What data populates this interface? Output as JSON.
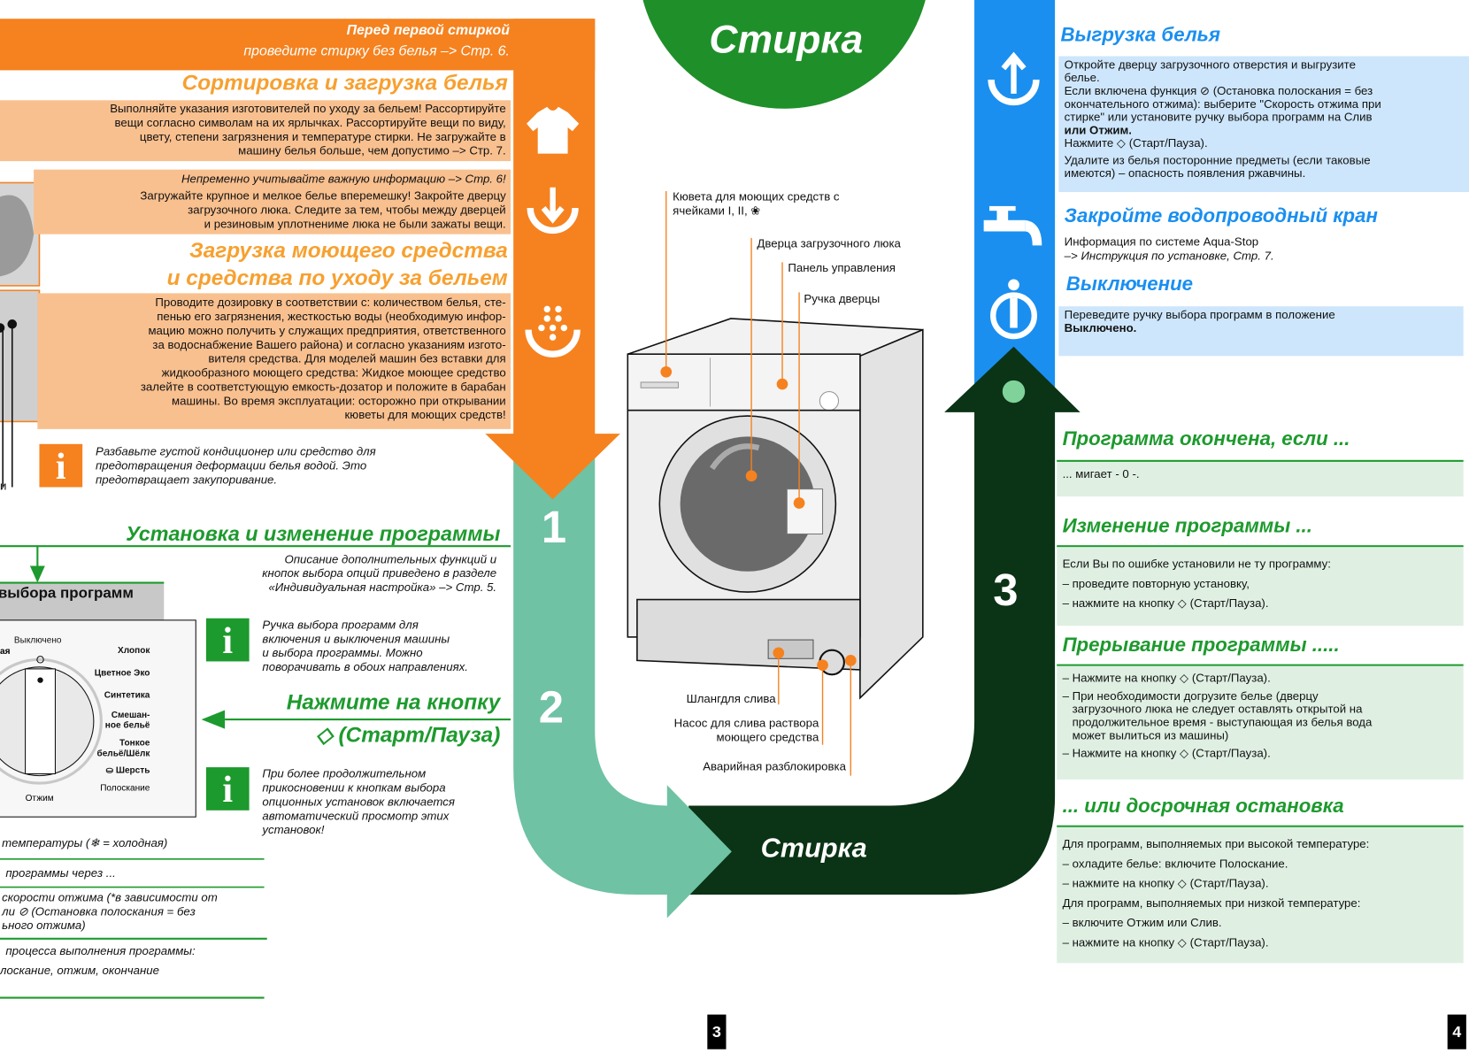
{
  "colors": {
    "orange": "#f5821f",
    "peach": "#f9c08f",
    "teal": "#6fc2a4",
    "dark_green": "#0b3315",
    "green": "#1d9a2d",
    "blue": "#1a8ff0",
    "light_blue": "#cde6fb",
    "light_green": "#dff0e3"
  },
  "top_title": "Стирка",
  "bottom_band_title": "Стирка",
  "step_numbers": [
    "1",
    "2",
    "3"
  ],
  "page_numbers": [
    "3",
    "4"
  ],
  "left": {
    "intro_line1": "Перед первой стиркой",
    "intro_line2": "проведите стирку без белья –> Стр. 6.",
    "sorting_heading": "Сортировка и загрузка белья",
    "sorting_text": [
      "Выполняйте указания изготовителей по уходу за бельем! Рассортируйте",
      "вещи согласно символам на их ярлычках. Рассортируйте вещи по виду,",
      "цвету, степени загрязнения и температуре стирки. Не загружайте в",
      "машину белья больше, чем допустимо –> Стр. 7."
    ],
    "loading_note": "Непременно учитывайте важную информацию –> Стр. 6!",
    "loading_text": [
      "Загружайте крупное и мелкое белье вперемешку! Закройте дверцу",
      "загрузочного люка. Следите за тем, чтобы между дверцей",
      "и резиновым уплотнениме люка не были зажаты вещи."
    ],
    "detergent_heading1": "Загрузка моющего средства",
    "detergent_heading2": "и средства по уходу за бельем",
    "detergent_text": [
      "Проводите дозировку в соответствии с: количеством белья, сте-",
      "пенью его загрязнения, жесткостью воды (необходимую инфор-",
      "мацию можно получить у служащих предприятия, ответственного",
      "за водоснабжение Вашего района) и согласно указаниям изгото-",
      "вителя средства. Для моделей машин без вставки для",
      "жидкообразного моющего средства: Жидкое моющее средство",
      "залейте в соответстующую емкость-дозатор и положите в барабан",
      "машины. Во время эксплуатации: осторожно при открывании",
      "кюветы для моющих средств!"
    ],
    "conditioner_tip": [
      "Разбавьте густой кондиционер или средство для",
      "предотвращения деформации белья водой. Это",
      "предотвращает закупоривание."
    ],
    "edge_letter": "и",
    "program_heading": "Установка и изменение программы",
    "program_desc": [
      "Описание дополнительных функций и",
      "кнопок выбора опций приведено в разделе",
      "«Индивидуальная настройка» –> Стр. 5."
    ],
    "selector_title": "выбора программ",
    "dial": {
      "top": "Выключено",
      "left_partial": "ая",
      "right": [
        "Хлопок",
        "Цветное Эко",
        "Синтетика",
        "Смешан-\nное бельё",
        "Тонкое\nбельё/Шёлк",
        "Шерсть"
      ],
      "bottom_right": "Полоскание",
      "bottom": "Отжим"
    },
    "selector_tip": [
      "Ручка выбора программ для",
      "включения и выключения машины",
      "и выбора программы. Можно",
      "поворачивать в обоих направлениях."
    ],
    "press_heading": "Нажмите на кнопку",
    "press_button": "◇ (Старт/Пауза)",
    "hold_tip": [
      "При более продолжительном",
      "прикосновении к кнопкам выбора",
      "опционных установок включается",
      "автоматический просмотр этих",
      "установок!"
    ],
    "bottom_rows": [
      "температуры (❄ = холодная)",
      "программы через ...",
      "скорости отжима (*в зависимости от",
      "ли ⊘ (Остановка полоскания = без",
      "ьного отжима)",
      "процесса выполнения программы:",
      "лоскание, отжим, окончание"
    ]
  },
  "machine_labels": {
    "tray": [
      "Кювета для моющих средств с",
      "ячейками I, II, ❀"
    ],
    "door": "Дверца загрузочного люка",
    "panel": "Панель управления",
    "handle": "Ручка дверцы",
    "hose": "Шлангдля слива",
    "pump": [
      "Насос для слива раствора",
      "моющего средства"
    ],
    "emergency": "Аварийная разблокировка"
  },
  "right": {
    "unload_heading": "Выгрузка белья",
    "unload_text": [
      "Откройте дверцу загрузочного отверстия и выгрузите",
      "белье.",
      "Если включена функция ⊘ (Остановка полоскания = без",
      "окончательного отжима): выберите \"Скорость отжима при",
      "стирке\" или установите ручку выбора программ на Слив",
      "или Отжим.",
      "Нажмите ◇ (Старт/Пауза)."
    ],
    "unload_text2": [
      "Удалите из белья посторонние предметы (если таковые",
      "имеются) – опасность появления ржавчины."
    ],
    "tap_heading": "Закройте водопроводный кран",
    "tap_text": [
      "Информация по системе Aqua-Stop",
      "–> Инструкция по установке, Стр. 7."
    ],
    "off_heading": "Выключение",
    "off_text": [
      "Переведите ручку выбора программ в положение",
      "Выключено."
    ],
    "finished_heading": "Программа окончена, если ...",
    "finished_text": "... мигает - 0 -.",
    "change_heading": "Изменение программы ...",
    "change_text": [
      "Если Вы по ошибке установили не ту программу:",
      "– проведите повторную установку,",
      "– нажмите на кнопку ◇ (Старт/Пауза)."
    ],
    "interrupt_heading": "Прерывание программы .....",
    "interrupt_text": [
      "– Нажмите на кнопку ◇ (Старт/Пауза).",
      "– При необходимости догрузите белье (дверцу",
      "   загрузочного люка не следует оставлять открытой на",
      "   продолжительное время - выступающая из белья вода",
      "   может вылиться из машины)",
      "– Нажмите на кнопку ◇ (Старт/Пауза)."
    ],
    "stop_heading": "... или досрочная остановка",
    "stop_text": [
      "Для программ, выполняемых при высокой температуре:",
      "– охладите белье: включите Полоскание.",
      "– нажмите на кнопку ◇ (Старт/Пауза).",
      "Для программ, выполняемых при низкой температуре:",
      "– включите Отжим или Слив.",
      "– нажмите на кнопку ◇ (Старт/Пауза)."
    ]
  }
}
